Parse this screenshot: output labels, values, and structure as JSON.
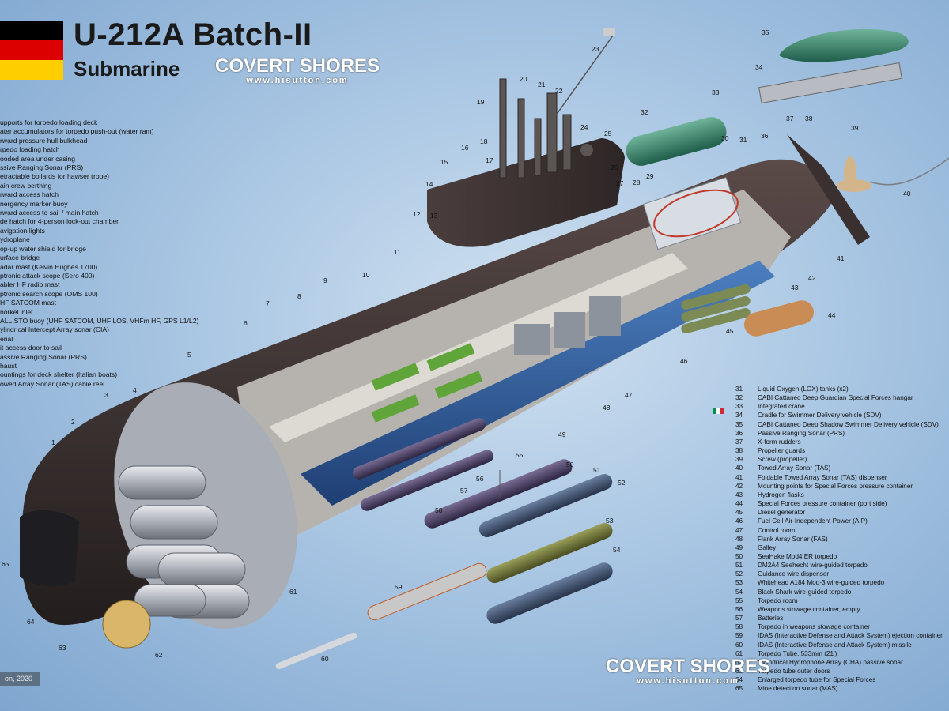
{
  "header": {
    "title": "U-212A Batch-II",
    "subtitle": "Submarine",
    "brand_name": "COVERT SHORES",
    "brand_url": "www.hisutton.com"
  },
  "flag_colors": [
    "#000000",
    "#dd0000",
    "#ffce00"
  ],
  "italy_flag_colors": [
    "#009246",
    "#ffffff",
    "#ce2b37"
  ],
  "legend_left": [
    "upports for torpedo loading deck",
    "ater accumulators for torpedo push-out (water ram)",
    "rward pressure hull bulkhead",
    "rpedo loading hatch",
    "ooded area under casing",
    "ssive Ranging Sonar (PRS)",
    "etractable bollards for hawser (rope)",
    "ain crew berthing",
    "rward access hatch",
    "nergency marker buoy",
    "rward access to sail / main hatch",
    "de hatch for 4-person lock-out chamber",
    "avigation lights",
    "ydroplane",
    "op-up water shield for bridge",
    "urface bridge",
    "adar mast (Kelvin Hughes 1700)",
    "ptronic attack scope (Sero 400)",
    "abler HF radio mast",
    "ptronic search scope (OMS 100)",
    "HF SATCOM mast",
    "norkel inlet",
    "ALLISTO buoy (UHF SATCOM, UHF LOS, VHFm HF, GPS L1/L2)",
    "ylindrical Intercept Array sonar (CIA)",
    "erial",
    "it access door to sail",
    "assive Ranging Sonar (PRS)",
    "haust",
    "ountings for deck shelter (Italian boats)",
    "owed Array Sonar (TAS) cable reel"
  ],
  "legend_right": [
    {
      "num": "31",
      "text": "Liquid Oxygen (LOX) tanks (x2)"
    },
    {
      "num": "32",
      "text": "CABI Cattaneo Deep Guardian Special Forces hangar"
    },
    {
      "num": "33",
      "text": "Integrated crane"
    },
    {
      "num": "34",
      "text": "Cradle for Swimmer Delivery vehicle (SDV)"
    },
    {
      "num": "35",
      "text": "CABI Cattaneo Deep Shadow Swimmer Delivery vehicle (SDV)"
    },
    {
      "num": "36",
      "text": "Passive Ranging Sonar (PRS)"
    },
    {
      "num": "37",
      "text": "X-form rudders"
    },
    {
      "num": "38",
      "text": "Propeller guards"
    },
    {
      "num": "39",
      "text": "Screw (propeller)"
    },
    {
      "num": "40",
      "text": "Towed Array Sonar (TAS)"
    },
    {
      "num": "41",
      "text": "Foldable Towed Array Sonar (TAS) dispenser"
    },
    {
      "num": "42",
      "text": "Mounting points for Special Forces pressure container"
    },
    {
      "num": "43",
      "text": "Hydrogen flasks"
    },
    {
      "num": "44",
      "text": "Special Forces pressure container (port side)"
    },
    {
      "num": "45",
      "text": "Diesel generator"
    },
    {
      "num": "46",
      "text": "Fuel Cell Air-Independent Power (AIP)"
    },
    {
      "num": "47",
      "text": "Control room"
    },
    {
      "num": "48",
      "text": "Flank Array Sonar (FAS)"
    },
    {
      "num": "49",
      "text": "Galley"
    },
    {
      "num": "50",
      "text": "SeaHake Mod4 ER torpedo"
    },
    {
      "num": "51",
      "text": "DM2A4 Seehecht wire-guided torpedo"
    },
    {
      "num": "52",
      "text": "Guidance wire dispenser"
    },
    {
      "num": "53",
      "text": "Whitehead A184 Mod-3 wire-guided torpedo"
    },
    {
      "num": "54",
      "text": "Black Shark wire-guided torpedo"
    },
    {
      "num": "55",
      "text": "Torpedo room"
    },
    {
      "num": "56",
      "text": "Weapons stowage container, empty"
    },
    {
      "num": "57",
      "text": "Batteries"
    },
    {
      "num": "58",
      "text": "Torpedo in weapons stowage container"
    },
    {
      "num": "59",
      "text": "IDAS (Interactive Defense and Attack System) ejection container"
    },
    {
      "num": "60",
      "text": "IDAS (Interactive Defense and Attack System) missile"
    },
    {
      "num": "61",
      "text": "Torpedo Tube, 533mm (21')"
    },
    {
      "num": "62",
      "text": "Cylindrical Hydrophone Array (CHA) passive sonar"
    },
    {
      "num": "63",
      "text": "Torpedo tube outer doors"
    },
    {
      "num": "64",
      "text": "Enlarged torpedo tube for Special Forces"
    },
    {
      "num": "65",
      "text": "Mine detection sonar (MAS)"
    }
  ],
  "callouts": [
    "1",
    "2",
    "3",
    "4",
    "5",
    "6",
    "7",
    "8",
    "9",
    "10",
    "11",
    "12",
    "13",
    "14",
    "15",
    "16",
    "17",
    "18",
    "19",
    "20",
    "21",
    "22",
    "23",
    "24",
    "25",
    "26",
    "27",
    "28",
    "29",
    "30",
    "31",
    "32",
    "33",
    "34",
    "35",
    "36",
    "37",
    "38",
    "39",
    "40",
    "41",
    "42",
    "43",
    "44",
    "45",
    "46",
    "47",
    "48",
    "49",
    "50",
    "51",
    "52",
    "53",
    "54",
    "55",
    "56",
    "57",
    "58",
    "59",
    "60",
    "61",
    "62",
    "63",
    "64",
    "65"
  ],
  "copyright": "on, 2020"
}
